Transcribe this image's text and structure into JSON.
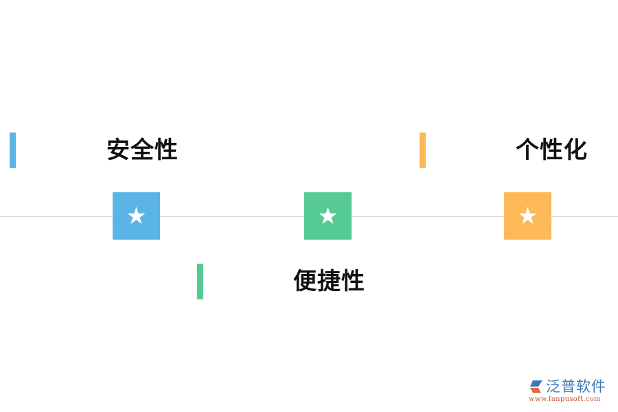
{
  "colors": {
    "blue": "#5ab5e6",
    "green": "#55cb93",
    "orange": "#fdb957",
    "axis": "#d6d6d6"
  },
  "features": [
    {
      "label": "安全性",
      "icon": "star-icon",
      "glyph": "★",
      "color": "#5ab5e6",
      "position": "top"
    },
    {
      "label": "便捷性",
      "icon": "star-icon",
      "glyph": "★",
      "color": "#55cb93",
      "position": "bottom"
    },
    {
      "label": "个性化",
      "icon": "star-icon",
      "glyph": "★",
      "color": "#fdb957",
      "position": "top"
    }
  ],
  "watermark": {
    "brand": "泛普软件",
    "url": "www.fanpusoft.com"
  }
}
